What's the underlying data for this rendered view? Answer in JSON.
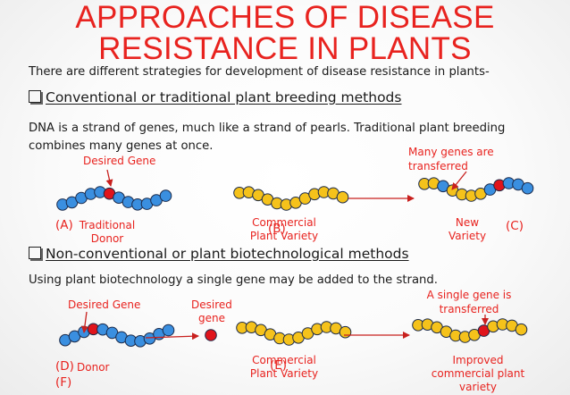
{
  "title": {
    "line1": "APPROACHES OF DISEASE",
    "line2": "RESISTANCE IN PLANTS"
  },
  "intro": "There are different strategies for development of disease resistance in plants-",
  "section1": {
    "heading": "Conventional or traditional plant breeding methods",
    "text_line1": "DNA is a strand of genes, much like a strand of pearls. Traditional plant breeding",
    "text_line2": "combines many genes at once.",
    "labels": {
      "desired_gene": "Desired Gene",
      "many_genes_1": "Many genes are",
      "many_genes_2": "transferred",
      "a": "(A)",
      "traditional_1": "Traditional",
      "traditional_2": "Donor",
      "commercial_1": "Commercial",
      "commercial_2": "Plant Variety",
      "b": "(B)",
      "new_1": "New",
      "new_2": "Variety",
      "c": "(C)"
    }
  },
  "section2": {
    "heading": "Non-conventional or plant biotechnological methods",
    "text": "Using plant biotechnology a single gene may be added to the strand.",
    "labels": {
      "desired_gene": "Desired Gene",
      "desired_1": "Desired",
      "desired_2": "gene",
      "single_1": "A single gene is",
      "single_2": "transferred",
      "d": "(D)",
      "donor": "Donor",
      "f": "(F)",
      "commercial_1": "Commercial",
      "commercial_2": "Plant Variety",
      "e": "(E)",
      "improved_1": "Improved",
      "improved_2": "commercial plant",
      "improved_3": "variety"
    }
  },
  "colors": {
    "title": "#e8231f",
    "label_red": "#e8231f",
    "bead_blue": "#3a8fe0",
    "bead_yellow": "#f5c21b",
    "bead_red": "#e0141b",
    "arrow": "#c8201e"
  }
}
